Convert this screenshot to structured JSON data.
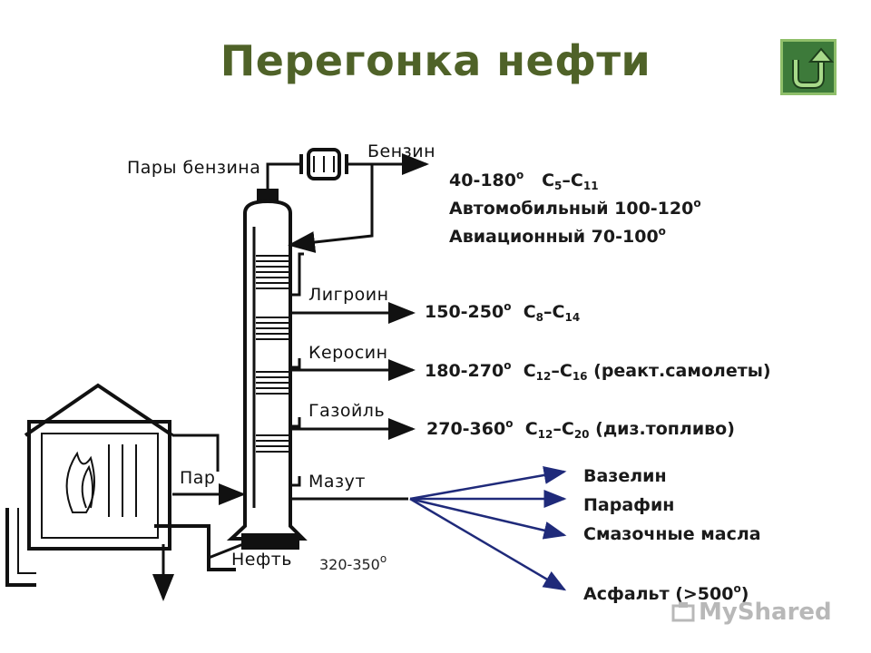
{
  "title": "Перегонка нефти",
  "drawing_labels": {
    "vapors": "Пары бензина",
    "gasoline": "Бензин",
    "ligroin": "Лигроин",
    "kerosene": "Керосин",
    "gasoil": "Газойль",
    "steam": "Пар",
    "fuel_oil": "Мазут",
    "oil": "Нефть"
  },
  "fractions": {
    "gasoline_temp": "40-180",
    "gasoline_c1": "5",
    "gasoline_c2": "11",
    "auto": "Автомобильный 100-120",
    "avia": "Авиационный 70-100",
    "ligroin_temp": "150-250",
    "ligroin_c1": "8",
    "ligroin_c2": "14",
    "kerosene_temp": "180-270",
    "kerosene_c1": "12",
    "kerosene_c2": "16",
    "kerosene_note": "(реакт.самолеты)",
    "gasoil_temp": "270-360",
    "gasoil_c1": "12",
    "gasoil_c2": "20",
    "gasoil_note": "(диз.топливо)",
    "furnace_temp": "320-350"
  },
  "products": {
    "vaseline": "Вазелин",
    "paraffin": "Парафин",
    "lubricants": "Смазочные масла",
    "asphalt": "Асфальт (>500"
  },
  "watermark": "MyShared",
  "colors": {
    "title": "#4f6228",
    "arrows": "#1f2a7a",
    "button": "#3d7a3a"
  }
}
